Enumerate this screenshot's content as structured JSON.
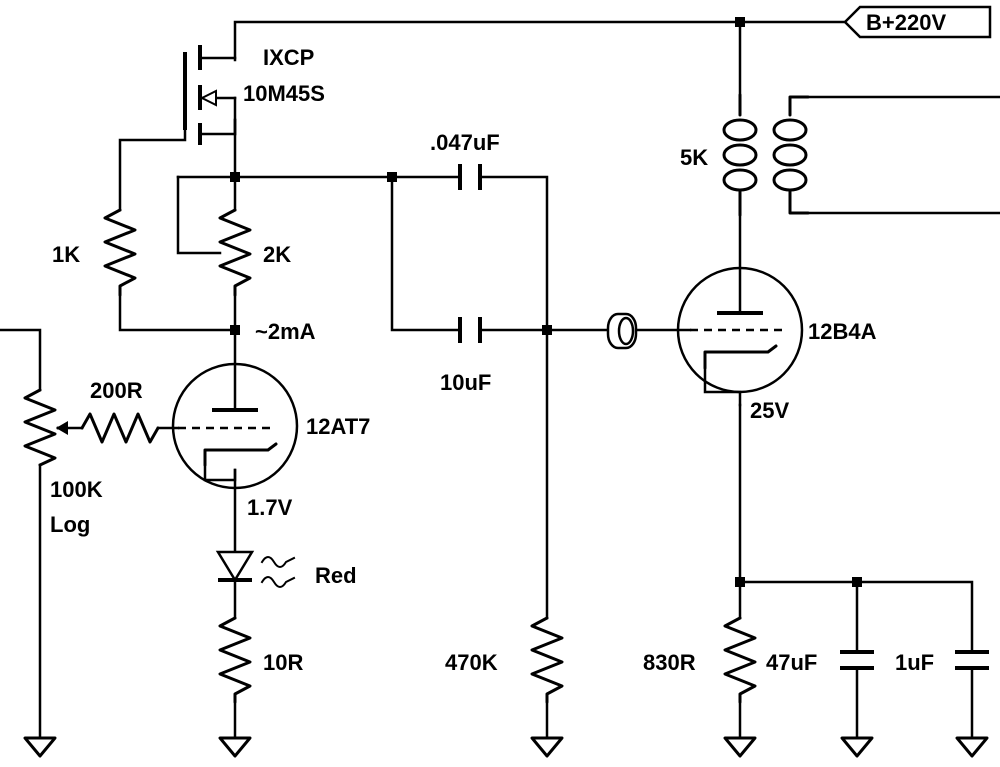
{
  "labels": {
    "supply": "B+220V",
    "mosfet_line1": "IXCP",
    "mosfet_line2": "10M45S",
    "r_1k": "1K",
    "r_2k": "2K",
    "current": "~2mA",
    "cap_047": ".047uF",
    "cap_10u": "10uF",
    "xfmr": "5K",
    "tube_out": "12B4A",
    "cathode_out_v": "25V",
    "r_200r": "200R",
    "tube_in": "12AT7",
    "pot_value": "100K",
    "pot_taper": "Log",
    "cathode_in_v": "1.7V",
    "led": "Red",
    "r_10r": "10R",
    "r_470k": "470K",
    "r_830r": "830R",
    "cap_47u": "47uF",
    "cap_1u": "1uF"
  }
}
